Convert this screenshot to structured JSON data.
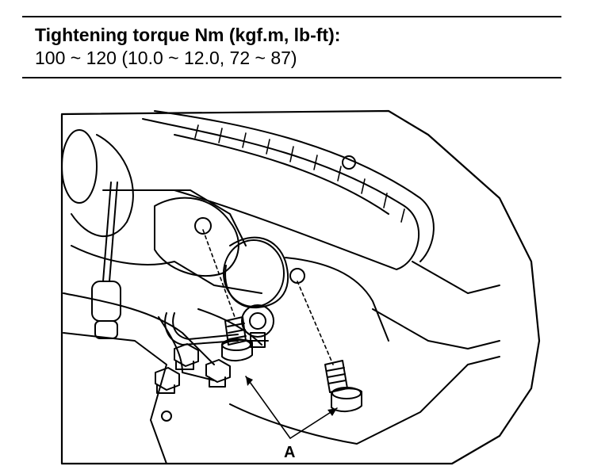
{
  "spec": {
    "title": "Tightening torque Nm (kgf.m, lb-ft):",
    "value": "100 ~ 120 (10.0 ~ 12.0, 72 ~ 87)"
  },
  "illustration": {
    "callout_a": "A"
  }
}
